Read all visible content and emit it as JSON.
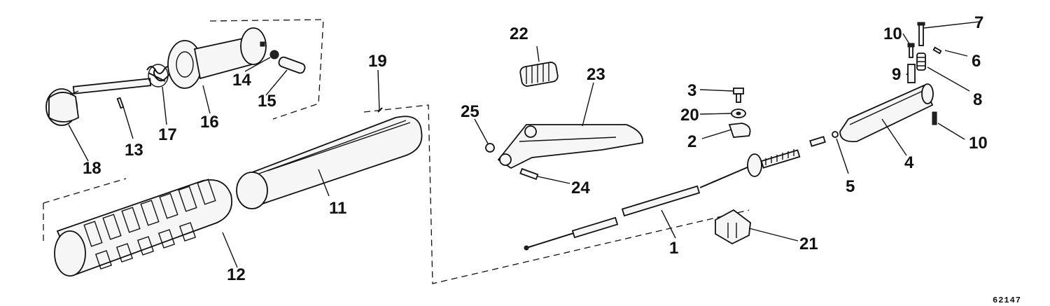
{
  "labels": {
    "p1": "1",
    "p2": "2",
    "p3": "3",
    "p4": "4",
    "p5": "5",
    "p6": "6",
    "p7": "7",
    "p8": "8",
    "p9": "9",
    "p10a": "10",
    "p10b": "10",
    "p11": "11",
    "p12": "12",
    "p13": "13",
    "p14": "14",
    "p15": "15",
    "p16": "16",
    "p17": "17",
    "p18": "18",
    "p19": "19",
    "p20": "20",
    "p21": "21",
    "p22": "22",
    "p23": "23",
    "p24": "24",
    "p25": "25"
  },
  "catalog_number": "62147"
}
